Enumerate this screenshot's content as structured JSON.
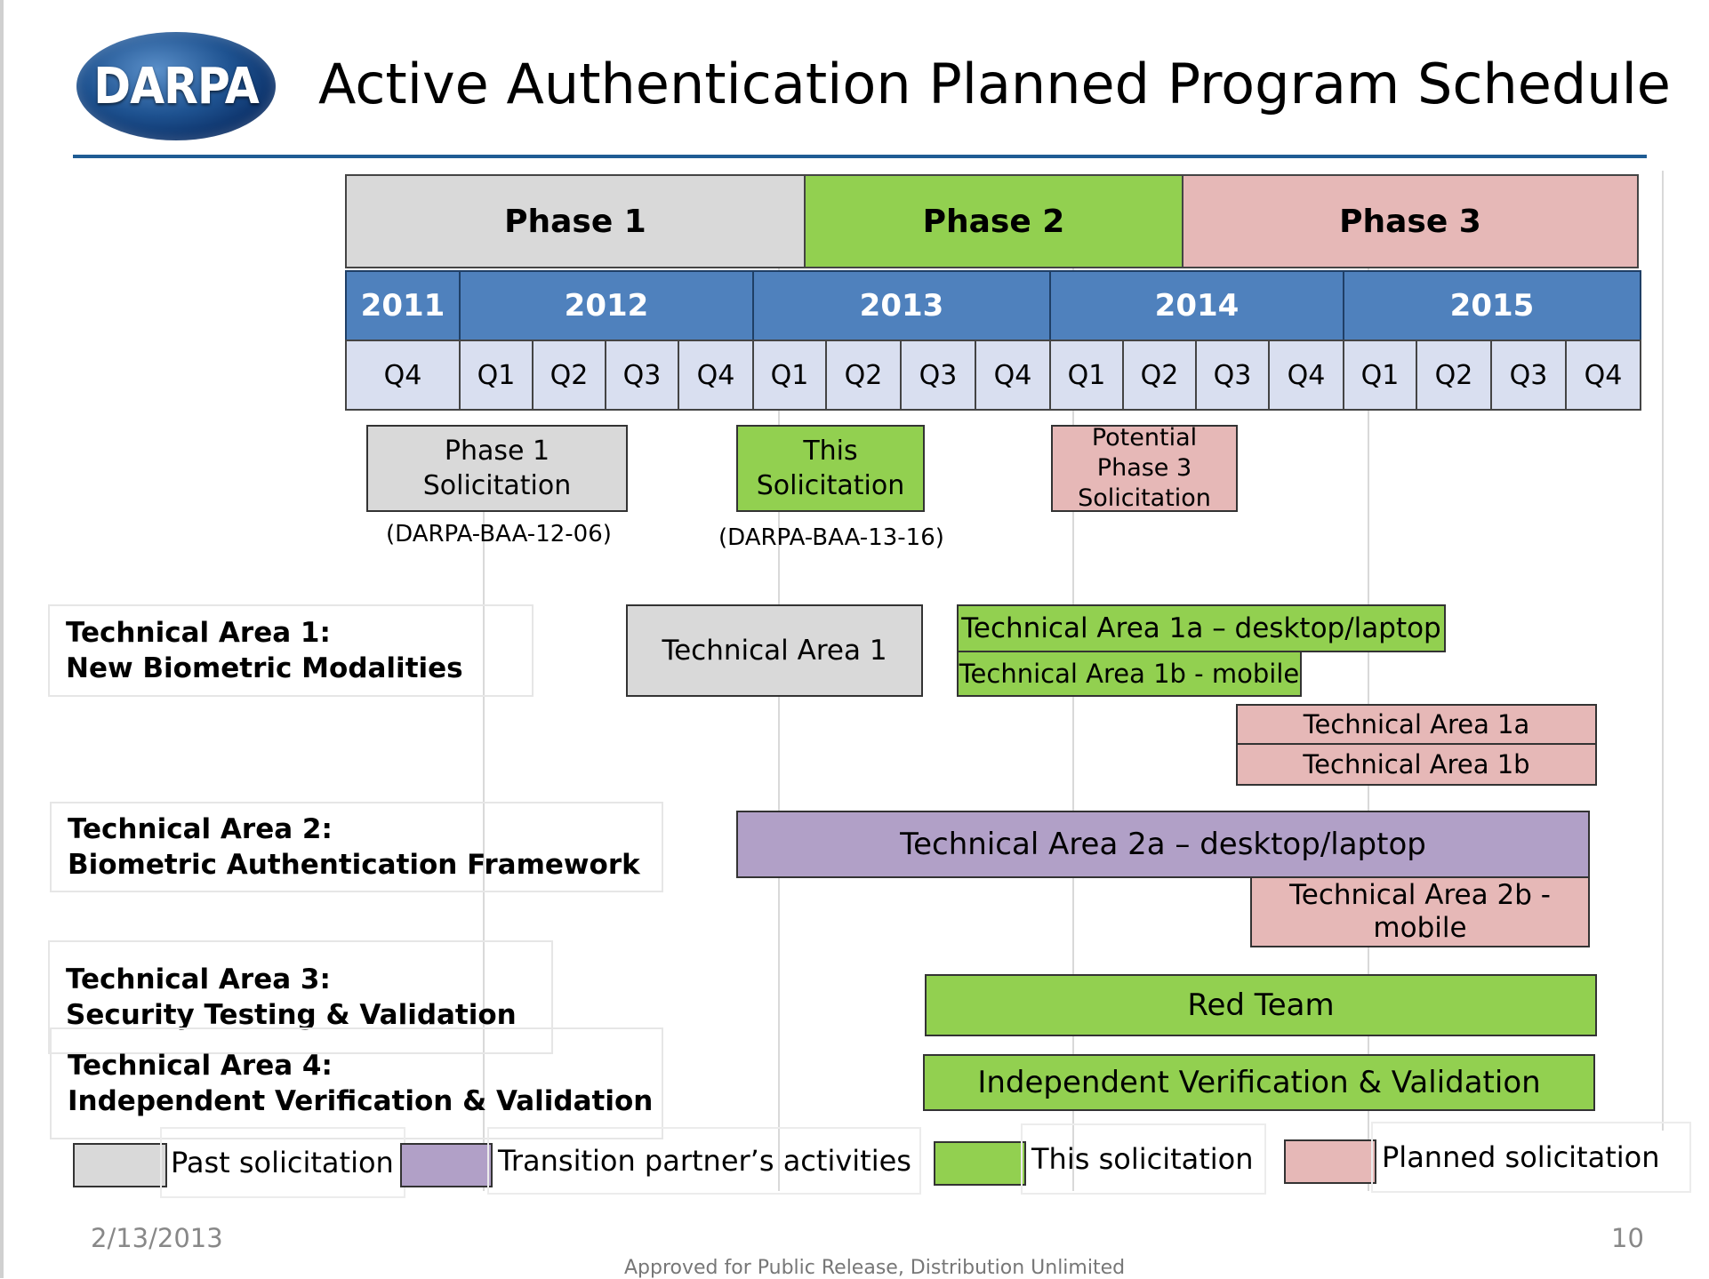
{
  "header": {
    "logo_text": "DARPA",
    "title": "Active Authentication Planned Program Schedule"
  },
  "timeline": {
    "phases": [
      "Phase 1",
      "Phase 2",
      "Phase 3"
    ],
    "years": [
      "2011",
      "2012",
      "2013",
      "2014",
      "2015"
    ],
    "quarters": [
      "Q4",
      "Q1",
      "Q2",
      "Q3",
      "Q4",
      "Q1",
      "Q2",
      "Q3",
      "Q4",
      "Q1",
      "Q2",
      "Q3",
      "Q4",
      "Q1",
      "Q2",
      "Q3",
      "Q4"
    ]
  },
  "solicitations": [
    {
      "label": "Phase 1 Solicitation",
      "note": "(DARPA-BAA-12-06)"
    },
    {
      "label": "This Solicitation",
      "note": "(DARPA-BAA-13-16)"
    },
    {
      "label": "Potential Phase 3 Solicitation"
    }
  ],
  "technical_areas": [
    {
      "title": "Technical Area 1:",
      "subtitle": "New Biometric Modalities"
    },
    {
      "title": "Technical  Area 2:",
      "subtitle": "Biometric Authentication  Framework"
    },
    {
      "title": "Technical Area 3:",
      "subtitle": "Security Testing & Validation"
    },
    {
      "title": "Technical Area 4:",
      "subtitle": "Independent Verification & Validation"
    }
  ],
  "bars": {
    "ta1": "Technical Area 1",
    "ta1a_desktop": "Technical Area 1a – desktop/laptop",
    "ta1b_mobile": "Technical Area 1b - mobile",
    "ta1a": "Technical Area 1a",
    "ta1b": "Technical Area 1b",
    "ta2a_desktop": "Technical Area 2a – desktop/laptop",
    "ta2b_mobile": "Technical Area 2b - mobile",
    "red_team": "Red Team",
    "ivv": "Independent Verification & Validation"
  },
  "legend": [
    {
      "label": "Past solicitation",
      "color": "#d9d9d9"
    },
    {
      "label": "Transition partner’s activities",
      "color": "#b1a0c7"
    },
    {
      "label": "This solicitation",
      "color": "#92d050"
    },
    {
      "label": "Planned solicitation",
      "color": "#e6b8b7"
    }
  ],
  "footer": {
    "date": "2/13/2013",
    "page": "10",
    "release": "Approved for Public Release, Distribution Unlimited"
  }
}
